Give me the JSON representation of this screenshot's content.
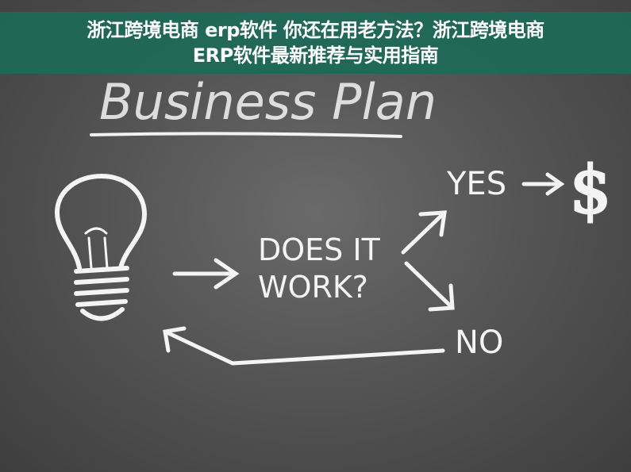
{
  "banner": {
    "line1": "浙江跨境电商 erp软件 你还在用老方法？浙江跨境电商",
    "line2": "ERP软件最新推荐与实用指南",
    "color": "#1e6958"
  },
  "board": {
    "heading": "Business Plan",
    "question_line1": "DOES IT",
    "question_line2": "WORK?",
    "yes": "YES",
    "no": "NO",
    "dollar": "$"
  },
  "icons": [
    "lightbulb-icon",
    "arrow-right-icon",
    "dollar-sign-icon"
  ]
}
